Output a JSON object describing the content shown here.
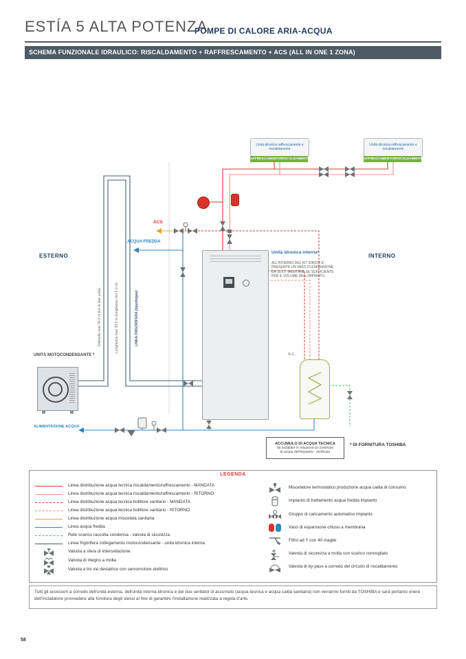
{
  "page": {
    "title": "ESTÍA 5 ALTA POTENZA",
    "subtitle": "POMPE DI CALORE ARIA-ACQUA",
    "section_bar": "SCHEMA FUNZIONALE IDRAULICO: RISCALDAMENTO + RAFFRESCAMENTO + ACS (ALL IN ONE 1 ZONA)",
    "number": "58"
  },
  "colors": {
    "accent_red": "#d9342b",
    "navy": "#1e3a5f",
    "section_bar_bg": "#4e5a64",
    "mode_green": "#76b043",
    "cold_blue": "#2e86c1",
    "mixed_orange": "#f0a02e"
  },
  "diagram": {
    "fancoil_label": "Unità idronica raffrescamento e riscaldamento",
    "fancoil_mode": "RAFFRESCAMENTO/RISCALDAMENTO",
    "esterno": "ESTERNO",
    "interno": "INTERNO",
    "acs": "ACS",
    "acqua_fredda": "ACQUA FREDDA",
    "unita_moto": "UNITÀ MOTOCONDENSANTE *",
    "unita_idronica": "Unità idronica interna*",
    "nota_kit": "ALL'INTERNO DEL KIT IDRICO E' PRESENTE UN VASO DI ESPANSIONE DA 10 lt. VALUTARE SE SUFFICIENTE PER IL VOLUME DELL'IMPIANTO.",
    "sc": "S.C.",
    "riser1": "Dislivello max 30.0 m (tra le due unità)",
    "riser2": "Lunghezza max 30.0 m (lunghezza min 5.0 m)",
    "riser3": "LINEA FRIGORIFERA (liquido/gas)",
    "alimentazione": "ALIMENTAZIONE ACQUA",
    "accumulo_title": "ACCUMULO DI ACQUA TECNICA",
    "accumulo_line2": "da installare in relazione al contenuto",
    "accumulo_line3": "di acqua dell'impianto - verificare",
    "fornitura": "* DI FORNITURA TOSHIBA"
  },
  "legend": {
    "title": "LEGENDA",
    "line_items": [
      {
        "label": "Linea distribuzione acqua tecnica riscaldamento/raffrescamento - MANDATA"
      },
      {
        "label": "Linea distribuzione acqua tecnica riscaldamento/raffrescamento - RITORNO"
      },
      {
        "label": "Linea distribuzione acqua tecnica bollitore sanitario - MANDATA"
      },
      {
        "label": "Linea distribuzione acqua tecnica bollitore sanitario - RITORNO"
      },
      {
        "label": "Linea distribuzione acqua miscelata sanitaria"
      },
      {
        "label": "Linea acqua fredda"
      },
      {
        "label": "Rete scarico raccolta condensa - valvola di sicurezza"
      },
      {
        "label": "Linea frigorifera collegamento motocondensante - unità idronica interna"
      }
    ],
    "valve_items": [
      {
        "label": "Valvola a sfera di intercettazione"
      },
      {
        "label": "Valvola di ritegno a molla"
      },
      {
        "label": "Valvola a tre vie deviatrice con servomotore elettrico"
      }
    ],
    "right_items": [
      {
        "label": "Miscelatore termostatico produzione acqua calda di consumo"
      },
      {
        "label": "Impianto di trattamento acqua fredda impianto"
      },
      {
        "label": "Gruppo di caricamento automatico impianto"
      },
      {
        "label": "Vaso di espansione chiuso a membrana"
      },
      {
        "label": "Filtro ad Y con 40 maglie"
      },
      {
        "label": "Valvola di sicurezza a molla con scarico convogliato"
      },
      {
        "label": "Valvola di by-pass a corredo del circuito di riscaldamento"
      }
    ]
  },
  "footer": {
    "note": "Tutti gli accessori a corredo dell'unità esterna, dell'unità interna idronica e dei due serbatoi di accumulo (acqua tecnica e acqua calda sanitaria) non verranno forniti da TOSHIBA e sarà pertanto onere dell'installatore provvedere alla fornitura degli stessi al fine di garantire l'installazione realizzata a regola d'arte."
  }
}
